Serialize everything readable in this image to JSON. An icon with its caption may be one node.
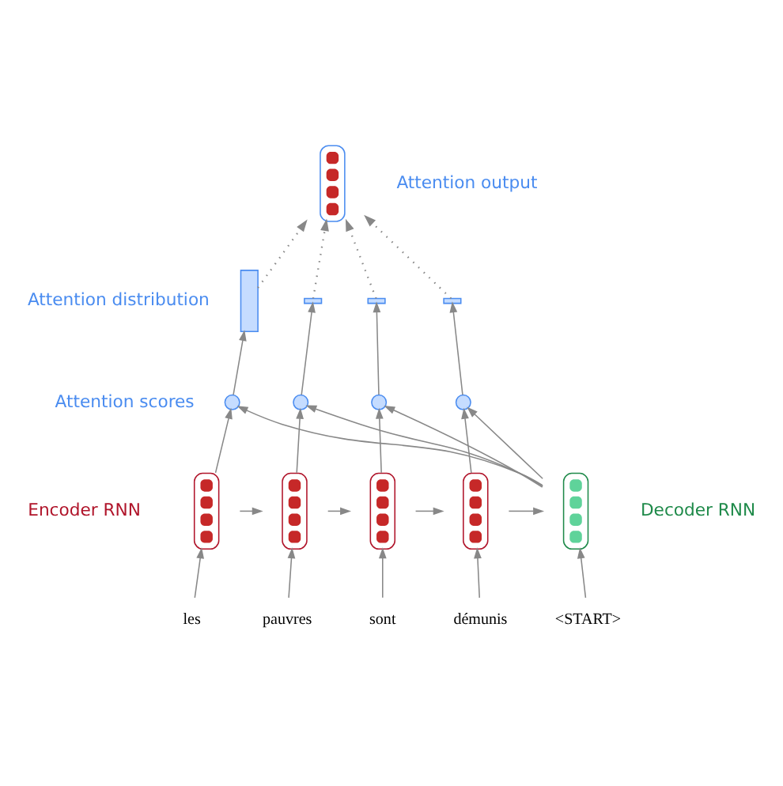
{
  "diagram": {
    "nodes": [
      {
        "text": [],
        "shape": "box",
        "beside": [
          "Attention output"
        ]
      },
      {
        "text": [],
        "shape": "bar"
      },
      {
        "text": [],
        "shape": "bar"
      },
      {
        "text": [],
        "shape": "bar"
      },
      {
        "text": [],
        "shape": "bar"
      },
      {
        "text": [],
        "shape": "circle"
      },
      {
        "text": [],
        "shape": "circle"
      },
      {
        "text": [],
        "shape": "circle"
      },
      {
        "text": [],
        "shape": "circle"
      },
      {
        "text": [],
        "shape": "box"
      },
      {
        "text": [],
        "shape": "box"
      },
      {
        "text": [],
        "shape": "box"
      },
      {
        "text": [],
        "shape": "box"
      },
      {
        "text": [],
        "shape": "box"
      },
      {
        "text": [
          "les"
        ]
      },
      {
        "text": [
          "pauvres"
        ]
      },
      {
        "text": [
          "sont"
        ]
      },
      {
        "text": [
          "démunis"
        ]
      },
      {
        "text": [
          "<START>"
        ]
      }
    ],
    "edges": [
      {
        "from": 14,
        "to": 9,
        "arrow": "to"
      },
      {
        "from": 15,
        "to": 10,
        "arrow": "to"
      },
      {
        "from": 16,
        "to": 11,
        "arrow": "to"
      },
      {
        "from": 17,
        "to": 12,
        "arrow": "to"
      },
      {
        "from": 18,
        "to": 13,
        "arrow": "to"
      },
      {
        "from": 9,
        "to": 10,
        "arrow": "to"
      },
      {
        "from": 10,
        "to": 11,
        "arrow": "to"
      },
      {
        "from": 11,
        "to": 12,
        "arrow": "to"
      },
      {
        "from": 12,
        "to": 13,
        "arrow": "to"
      },
      {
        "from": 9,
        "to": 5,
        "arrow": "to"
      },
      {
        "from": 10,
        "to": 6,
        "arrow": "to"
      },
      {
        "from": 11,
        "to": 7,
        "arrow": "to"
      },
      {
        "from": 12,
        "to": 8,
        "arrow": "to"
      },
      {
        "from": 13,
        "to": 5,
        "arrow": "to"
      },
      {
        "from": 13,
        "to": 6,
        "arrow": "to"
      },
      {
        "from": 13,
        "to": 7,
        "arrow": "to"
      },
      {
        "from": 13,
        "to": 8,
        "arrow": "to"
      },
      {
        "from": 5,
        "to": 1,
        "arrow": "to"
      },
      {
        "from": 6,
        "to": 2,
        "arrow": "to"
      },
      {
        "from": 7,
        "to": 3,
        "arrow": "to"
      },
      {
        "from": 8,
        "to": 4,
        "arrow": "to"
      },
      {
        "from": 1,
        "to": 0,
        "arrow": "to",
        "style": "dashed"
      },
      {
        "from": 2,
        "to": 0,
        "arrow": "to",
        "style": "dashed"
      },
      {
        "from": 3,
        "to": 0,
        "arrow": "to",
        "style": "dashed"
      },
      {
        "from": 4,
        "to": 0,
        "arrow": "to",
        "style": "dashed"
      }
    ],
    "labels": [
      "Attention distribution",
      "Attention scores",
      "Encoder RNN",
      "Decoder RNN"
    ]
  }
}
